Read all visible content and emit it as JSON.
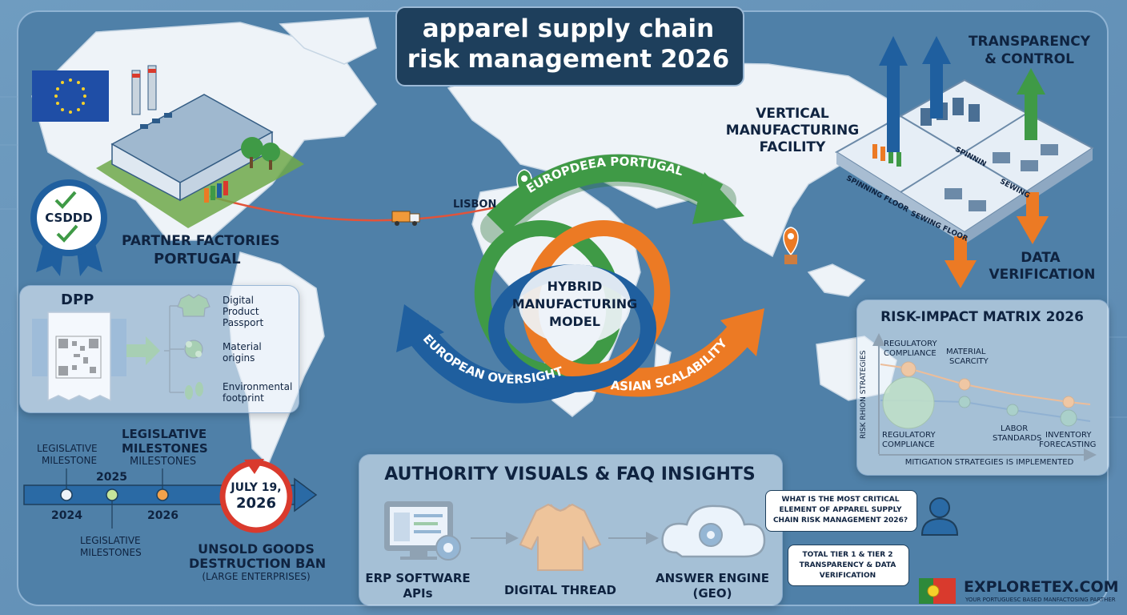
{
  "title": {
    "line1": "apparel supply chain",
    "line2": "risk management 2026"
  },
  "colors": {
    "bg": "#5f8fb4",
    "ocean": "#4d7ea6",
    "land": "#eef3f8",
    "title_bg": "#1e3f5c",
    "green": "#3f9a46",
    "blue": "#1f5f9f",
    "orange": "#ec7a24",
    "red": "#d93a2d"
  },
  "map": {
    "lisbon_label": "LISBON",
    "arrow_europe_portugal": "EUROPDEEA PORTUGAL",
    "arrow_european_oversight": "EUROPEAN OVERSIGHT",
    "arrow_asian_scalability": "ASIAN SCALABILITY",
    "hybrid": {
      "line1": "HYBRID",
      "line2": "MANUFACTURING",
      "line3": "MODEL"
    }
  },
  "partner": {
    "line1": "PARTNER FACTORIES",
    "line2": "PORTUGAL",
    "badge": "CSDDD",
    "flag_icon": "eu-flag-icon"
  },
  "vertical": {
    "line1": "VERTICAL",
    "line2": "MANUFACTURING",
    "line3": "FACILITY",
    "top_label1": "TRANSPARENCY",
    "top_label2": "& CONTROL",
    "bottom_label1": "DATA",
    "bottom_label2": "VERIFICATION",
    "floor_spinning": "SPINNING FLOOR",
    "floor_sewing": "SEWING FLOOR",
    "zone_spinin": "SPINNIN",
    "zone_sewing": "SEWING"
  },
  "dpp": {
    "title": "DPP",
    "items": [
      {
        "icon": "tshirt-icon",
        "line1": "Digital",
        "line2": "Product",
        "line3": "Passport"
      },
      {
        "icon": "material-icon",
        "line1": "Material",
        "line2": "origins",
        "line3": ""
      },
      {
        "icon": "footprint-icon",
        "line1": "Environmental",
        "line2": "footprint",
        "line3": ""
      }
    ]
  },
  "timeline": {
    "top_left1": "LEGISLATIVE",
    "top_left2": "MILESTONE",
    "top_mid1": "LEGISLATIVE",
    "top_mid2": "MILESTONES",
    "top_mid3": "MILESTONES",
    "year_2025": "2025",
    "year_2024": "2024",
    "year_2026": "2026",
    "bottom1": "LEGISLATIVE",
    "bottom2": "MILESTONES",
    "date_line1": "JULY 19,",
    "date_line2": "2026",
    "ban1": "UNSOLD GOODS",
    "ban2": "DESTRUCTION BAN",
    "ban3": "(LARGE ENTERPRISES)"
  },
  "matrix": {
    "title": "RISK-IMPACT MATRIX 2026",
    "ylabel": "RISK RHION STRATEGIES",
    "xlabel": "MITIGATION STRATEGIES IS IMPLEMENTED",
    "labels": {
      "reg_top1": "REGULATORY",
      "reg_top2": "COMPLIANCE",
      "mat1": "MATERIAL",
      "mat2": "SCARCITY",
      "reg_bot1": "REGULATORY",
      "reg_bot2": "COMPLIANCE",
      "labor1": "LABOR",
      "labor2": "STANDARDS",
      "inv1": "INVENTORY",
      "inv2": "FORECASTING"
    }
  },
  "authority": {
    "title": "AUTHORITY VISUALS & FAQ INSIGHTS",
    "erp1": "ERP SOFTWARE",
    "erp2": "APIs",
    "thread": "DIGITAL THREAD",
    "answer1": "ANSWER ENGINE",
    "answer2": "(GEO)",
    "question1": "WHAT IS THE MOST CRITICAL",
    "question2": "ELEMENT OF APPAREL SUPPLY",
    "question3": "CHAIN RISK MANAGEMENT 2026?",
    "answer_bubble1": "TOTAL TIER 1 & TIER 2",
    "answer_bubble2": "TRANSPARENCY & DATA",
    "answer_bubble3": "VERIFICATION"
  },
  "brand": {
    "name": "EXPLORETEX.COM",
    "tagline": "YOUR PORTUGUESC BASED MANFACTOSING PARTHER",
    "flag_icon": "portugal-flag-icon"
  }
}
